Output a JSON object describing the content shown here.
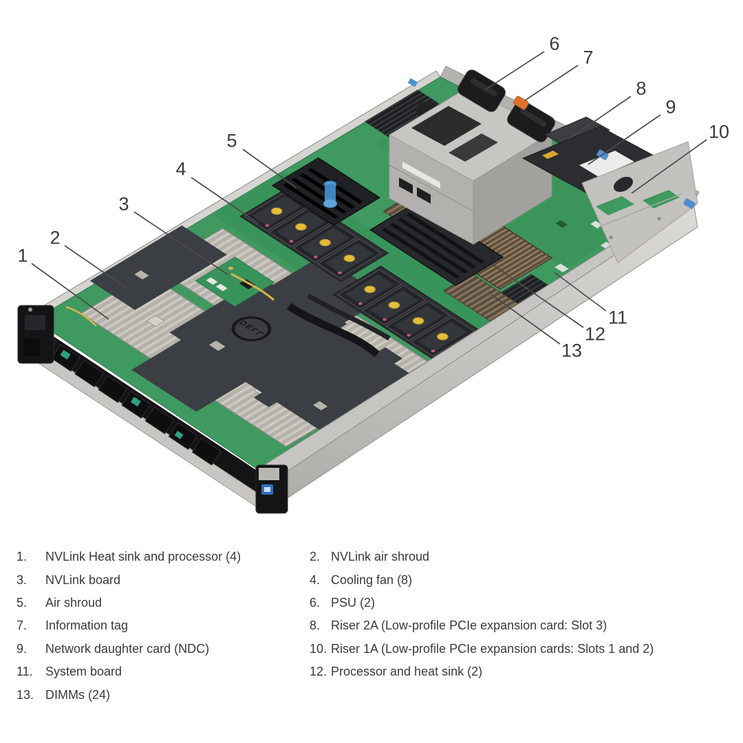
{
  "illustration": {
    "logo_text": "DELL",
    "colors": {
      "background": "#ffffff",
      "pcb_green": "#3f9960",
      "chassis_silver": "#c9c7c3",
      "shroud_black": "#3b3e42",
      "fan_yellow": "#e3bd3a",
      "info_tag_orange": "#e0702c",
      "touchpoint_blue": "#4f8fd0",
      "heatsink_silver": "#b5b2aa",
      "cpu_heatsink_bronze": "#8f7b5c",
      "callout_text": "#3b3b3b",
      "legend_text": "#3a3a3a"
    },
    "callouts": [
      {
        "n": "1",
        "target": "nvlink-heat-sink-and-processor",
        "nx": 33,
        "ny": 372,
        "line": [
          46,
          383,
          158,
          464
        ]
      },
      {
        "n": "2",
        "target": "nvlink-air-shroud",
        "nx": 80,
        "ny": 346,
        "line": [
          94,
          357,
          183,
          418
        ]
      },
      {
        "n": "3",
        "target": "nvlink-board",
        "nx": 180,
        "ny": 297,
        "line": [
          195,
          308,
          331,
          399
        ]
      },
      {
        "n": "4",
        "target": "cooling-fan",
        "nx": 263,
        "ny": 246,
        "line": [
          278,
          258,
          376,
          325
        ]
      },
      {
        "n": "5",
        "target": "air-shroud",
        "nx": 337,
        "ny": 205,
        "line": [
          353,
          217,
          431,
          273
        ]
      },
      {
        "n": "6",
        "target": "psu",
        "nx": 806,
        "ny": 64,
        "line": [
          791,
          75,
          706,
          130
        ]
      },
      {
        "n": "7",
        "target": "information-tag",
        "nx": 855,
        "ny": 84,
        "line": [
          840,
          95,
          763,
          146
        ]
      },
      {
        "n": "8",
        "target": "riser-2a",
        "nx": 932,
        "ny": 129,
        "line": [
          917,
          140,
          827,
          202
        ]
      },
      {
        "n": "9",
        "target": "network-daughter-card",
        "nx": 975,
        "ny": 156,
        "line": [
          960,
          167,
          855,
          239
        ]
      },
      {
        "n": "10",
        "target": "riser-1a",
        "nx": 1045,
        "ny": 192,
        "line": [
          1027,
          203,
          918,
          281
        ]
      },
      {
        "n": "11",
        "target": "system-board",
        "nx": 898,
        "ny": 462,
        "line": [
          881,
          452,
          806,
          396
        ]
      },
      {
        "n": "12",
        "target": "processor-and-heat-sink",
        "nx": 865,
        "ny": 486,
        "line": [
          848,
          476,
          718,
          386
        ]
      },
      {
        "n": "13",
        "target": "dimms",
        "nx": 831,
        "ny": 510,
        "line": [
          814,
          500,
          714,
          428
        ]
      }
    ]
  },
  "legend": {
    "columns": [
      {
        "items": [
          {
            "num": "1.",
            "label": "NVLink Heat sink and processor (4)"
          },
          {
            "num": "3.",
            "label": "NVLink board"
          },
          {
            "num": "5.",
            "label": "Air shroud"
          },
          {
            "num": "7.",
            "label": "Information tag"
          },
          {
            "num": "9.",
            "label": "Network daughter card (NDC)"
          },
          {
            "num": "11.",
            "label": "System board"
          },
          {
            "num": "13.",
            "label": "DIMMs (24)"
          }
        ]
      },
      {
        "items": [
          {
            "num": "2.",
            "label": "NVLink air shroud"
          },
          {
            "num": "4.",
            "label": "Cooling fan (8)"
          },
          {
            "num": "6.",
            "label": "PSU (2)"
          },
          {
            "num": "8.",
            "label": "Riser 2A (Low-profile PCIe expansion card: Slot 3)"
          },
          {
            "num": "10.",
            "label": "Riser 1A (Low-profile PCIe expansion cards: Slots 1 and 2)"
          },
          {
            "num": "12.",
            "label": "Processor and heat sink (2)"
          }
        ]
      }
    ]
  }
}
